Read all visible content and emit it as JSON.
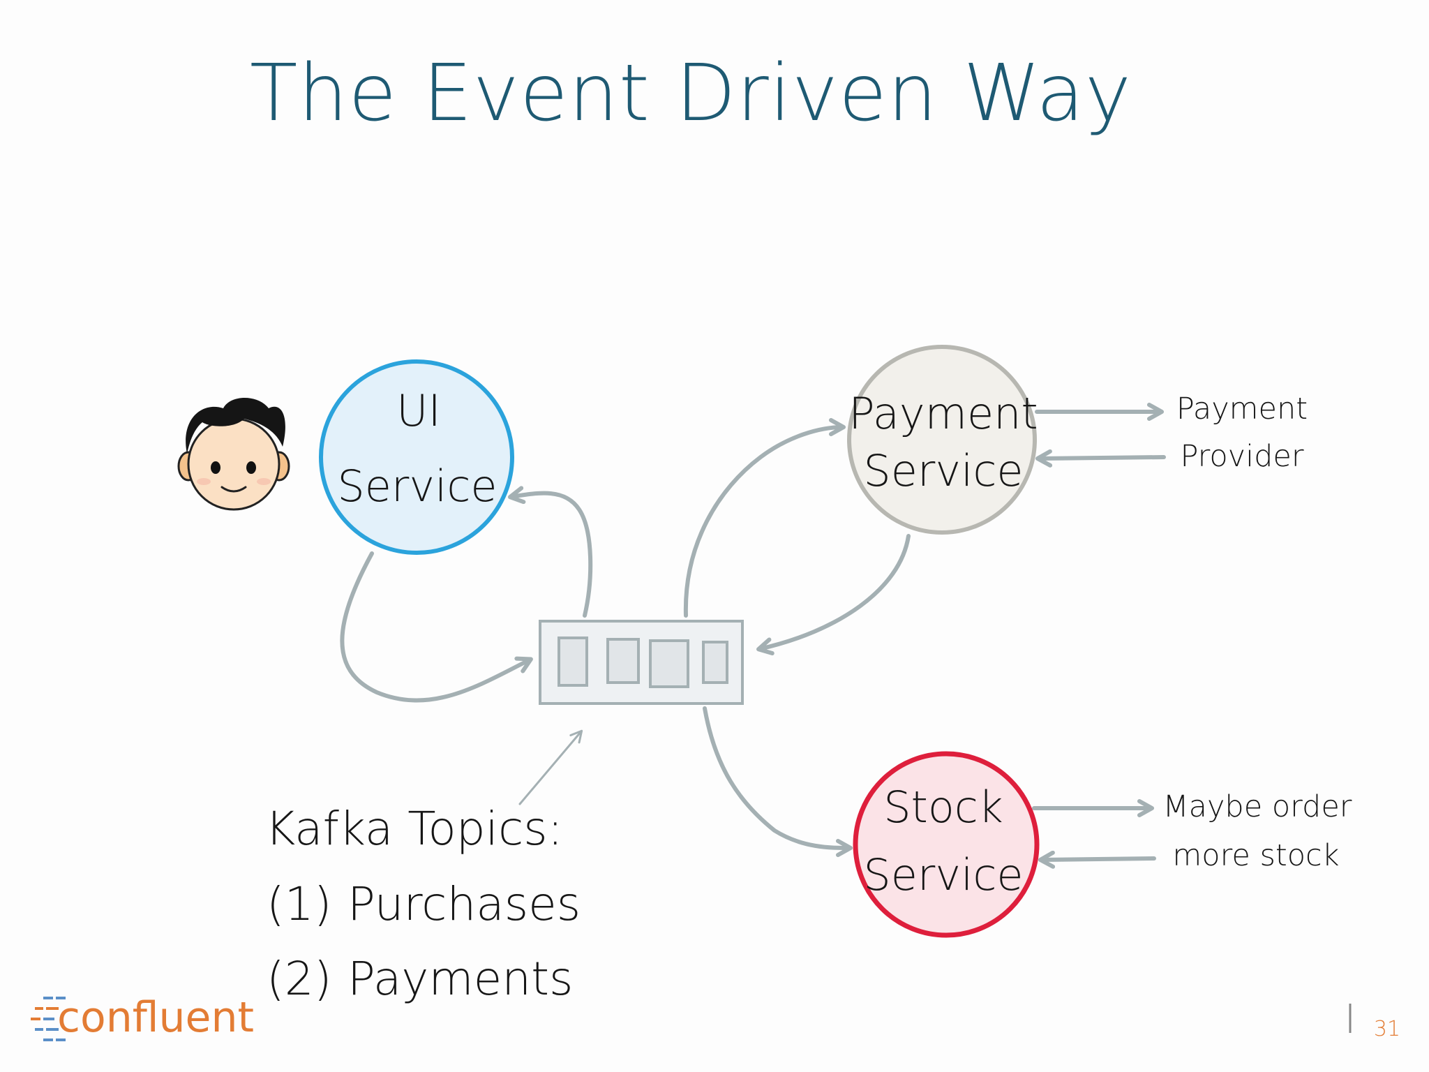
{
  "title": "The Event Driven Way",
  "ui_service": {
    "line1": "UI",
    "line2": "Service"
  },
  "payment_service": {
    "line1": "Payment",
    "line2": "Service"
  },
  "stock_service": {
    "line1": "Stock",
    "line2": "Service"
  },
  "payment_provider": {
    "line1": "Payment",
    "line2": "Provider"
  },
  "stock_note": {
    "line1": "Maybe order",
    "line2": "more stock"
  },
  "kafka": {
    "heading": "Kafka Topics:",
    "topics": [
      {
        "num": "(1)",
        "name": "Purchases"
      },
      {
        "num": "(2)",
        "name": "Payments"
      }
    ]
  },
  "footer": {
    "logo": "confluent",
    "page": "31"
  },
  "colors": {
    "title": "#1e5a73",
    "ui_border": "#2ba3dc",
    "ui_fill": "#e3f1fa",
    "payment_border": "#b7b7b1",
    "payment_fill": "#f2f0eb",
    "stock_border": "#de1f3c",
    "stock_fill": "#fbe3e7",
    "arrow": "#a4b0b3",
    "brand": "#e37c34"
  },
  "icons": [
    "user-avatar-icon",
    "kafka-topic-queue-icon",
    "confluent-logo-icon"
  ]
}
